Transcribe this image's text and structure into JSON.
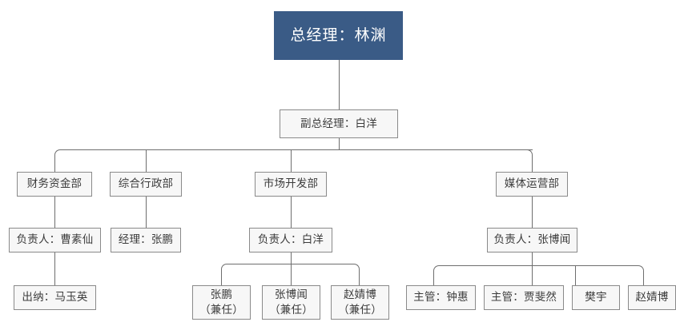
{
  "chart_data": {
    "type": "diagram",
    "diagram_kind": "org-chart",
    "title": "",
    "colors": {
      "root_fill": "#3a5b86",
      "root_text": "#ffffff",
      "node_fill": "#f7f7f7",
      "node_border": "#8a8a8a",
      "node_text": "#3c3c3c",
      "connector": "#6e6e6e",
      "background": "#ffffff"
    },
    "levels": [
      {
        "level": 1,
        "nodes": [
          {
            "id": "gm",
            "label": "总经理：林渊",
            "role": "总经理",
            "person": "林渊",
            "style": "root"
          }
        ]
      },
      {
        "level": 2,
        "nodes": [
          {
            "id": "dgm",
            "label": "副总经理：白洋",
            "role": "副总经理",
            "person": "白洋",
            "parent": "gm"
          }
        ]
      },
      {
        "level": 3,
        "nodes": [
          {
            "id": "dept-finance",
            "label": "财务资金部",
            "parent": "dgm"
          },
          {
            "id": "dept-admin",
            "label": "综合行政部",
            "parent": "dgm"
          },
          {
            "id": "dept-market",
            "label": "市场开发部",
            "parent": "dgm"
          },
          {
            "id": "dept-media",
            "label": "媒体运营部",
            "parent": "dgm"
          }
        ]
      },
      {
        "level": 4,
        "nodes": [
          {
            "id": "lead-finance",
            "label": "负责人：曹素仙",
            "role": "负责人",
            "person": "曹素仙",
            "parent": "dept-finance"
          },
          {
            "id": "lead-admin",
            "label": "经理：张鹏",
            "role": "经理",
            "person": "张鹏",
            "parent": "dept-admin"
          },
          {
            "id": "lead-market",
            "label": "负责人：白洋",
            "role": "负责人",
            "person": "白洋",
            "parent": "dept-market"
          },
          {
            "id": "lead-media",
            "label": "负责人：张博闻",
            "role": "负责人",
            "person": "张博闻",
            "parent": "dept-media"
          }
        ]
      },
      {
        "level": 5,
        "nodes": [
          {
            "id": "staff-cashier",
            "label": "出纳：马玉英",
            "role": "出纳",
            "person": "马玉英",
            "parent": "lead-finance"
          },
          {
            "id": "staff-m1",
            "label": "张鹏",
            "note": "（兼任）",
            "parent": "lead-market"
          },
          {
            "id": "staff-m2",
            "label": "张博闻",
            "note": "（兼任）",
            "parent": "lead-market"
          },
          {
            "id": "staff-m3",
            "label": "赵婧博",
            "note": "（兼任）",
            "parent": "lead-market"
          },
          {
            "id": "staff-v1",
            "label": "主管：钟惠",
            "role": "主管",
            "person": "钟惠",
            "parent": "lead-media"
          },
          {
            "id": "staff-v2",
            "label": "主管：贾斐然",
            "role": "主管",
            "person": "贾斐然",
            "parent": "lead-media"
          },
          {
            "id": "staff-v3",
            "label": "樊宇",
            "parent": "lead-media"
          },
          {
            "id": "staff-v4",
            "label": "赵婧博",
            "parent": "lead-media"
          }
        ]
      }
    ]
  },
  "nodes": {
    "general_manager": "总经理：林渊",
    "deputy_general_manager": "副总经理：白洋",
    "dept_finance": "财务资金部",
    "dept_admin": "综合行政部",
    "dept_market": "市场开发部",
    "dept_media": "媒体运营部",
    "lead_finance": "负责人：曹素仙",
    "lead_admin": "经理：张鹏",
    "lead_market": "负责人：白洋",
    "lead_media": "负责人：张博闻",
    "staff_cashier": "出纳：马玉英",
    "staff_market_1_name": "张鹏",
    "staff_market_1_note": "（兼任）",
    "staff_market_2_name": "张博闻",
    "staff_market_2_note": "（兼任）",
    "staff_market_3_name": "赵婧博",
    "staff_market_3_note": "（兼任）",
    "staff_media_1": "主管：钟惠",
    "staff_media_2": "主管：贾斐然",
    "staff_media_3": "樊宇",
    "staff_media_4": "赵婧博"
  }
}
